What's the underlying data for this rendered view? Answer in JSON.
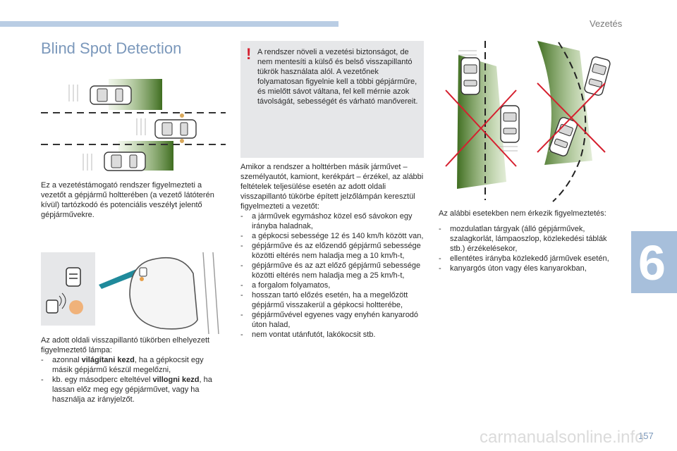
{
  "header": {
    "section": "Vezetés",
    "chapter_number": "6"
  },
  "page_number": "157",
  "title": "Blind Spot Detection",
  "intro": "Ez a vezetéstámogató rendszer figyelmezteti a vezetőt a gépjármű holtterében (a vezető látóterén kívül) tartózkodó és potenciális veszélyt jelentő gépjárművekre.",
  "lamp": {
    "text": "Az adott oldali visszapillantó tükörben elhelyezett figyelmeztető lámpa:",
    "b1_pre": "azonnal ",
    "b1_bold": "világítani kezd",
    "b1_post": ", ha a gépkocsit egy másik gépjármű készül megelőzni,",
    "b2_pre": "kb. egy másodperc elteltével ",
    "b2_bold": "villogni kezd",
    "b2_post": ", ha lassan előz meg egy gépjárművet, vagy ha használja az irányjelzőt."
  },
  "warning": "A rendszer növeli a vezetési biztonságot, de nem mentesíti a külső és belső visszapillantó tükrök használata alól. A vezetőnek folyamatosan figyelnie kell a többi gépjárműre, és mielőtt sávot váltana, fel kell mérnie azok távolságát, sebességét és várható manővereit.",
  "conditions": {
    "intro": "Amikor a rendszer a holttérben másik járművet – személyautót, kamiont, kerékpárt – érzékel, az alábbi feltételek teljesülése esetén az adott oldali visszapillantó tükörbe épített jelzőlámpán keresztül figyelmezteti a vezetőt:",
    "items": [
      "a járművek egymáshoz közel eső sávokon egy irányba haladnak,",
      "a gépkocsi sebessége 12 és 140 km/h között van,",
      "gépjárműve és az előzendő gépjármű sebessége közötti eltérés nem haladja meg a 10 km/h-t,",
      "gépjárműve és az azt előző gépjármű sebessége közötti eltérés nem haladja meg a 25 km/h-t,",
      "a forgalom folyamatos,",
      "hosszan tartó előzés esetén, ha a megelőzött gépjármű visszakerül a gépkocsi holtterébe,",
      "gépjárművével egyenes vagy enyhén kanyarodó úton halad,",
      "nem vontat utánfutót, lakókocsit stb."
    ]
  },
  "no_alert": {
    "intro": "Az alábbi esetekben nem érkezik figyelmeztetés:",
    "items": [
      "mozdulatlan tárgyak (álló gépjárművek, szalagkorlát, lámpaoszlop, közlekedési táblák stb.) érzékelésekor,",
      "ellentétes irányba közlekedő járművek esetén,",
      "kanyargós úton vagy éles kanyarokban,"
    ]
  },
  "watermark": "carmanualsonline.info",
  "colors": {
    "accent": "#7b98bb",
    "tab": "#a7bfdb",
    "zone_green": "#4e7d2a",
    "warning_red": "#d5202f",
    "box_gray": "#e6e7e9"
  }
}
